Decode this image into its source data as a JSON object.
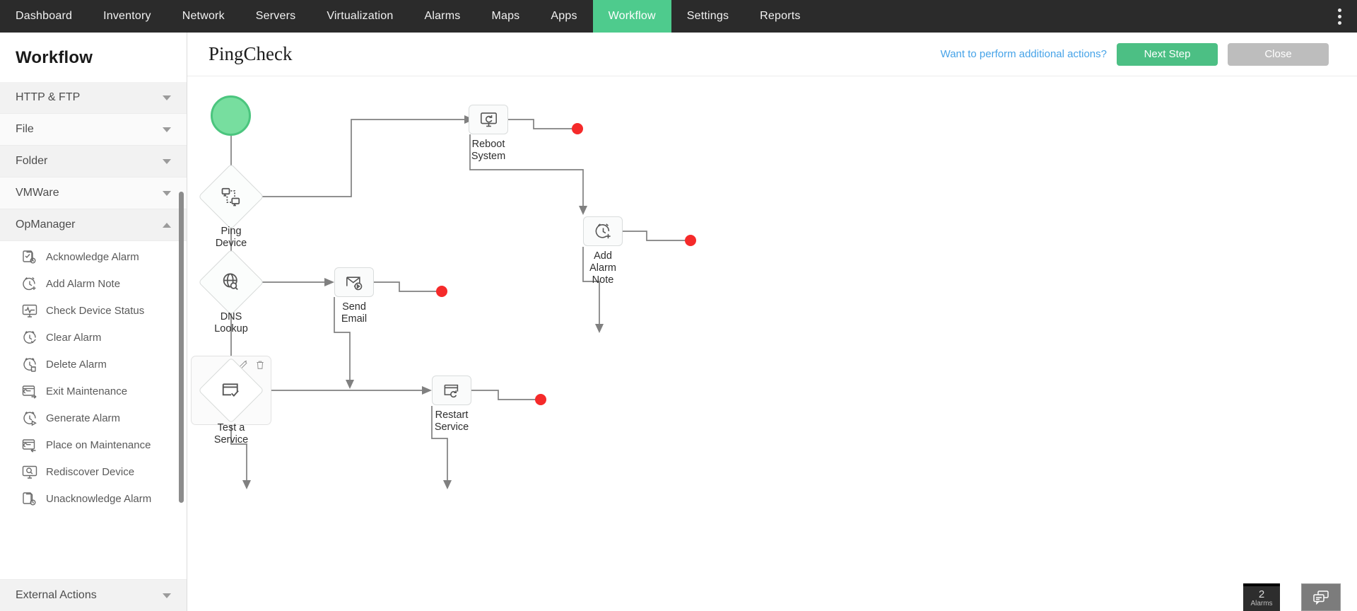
{
  "topnav": {
    "items": [
      {
        "label": "Dashboard",
        "active": false
      },
      {
        "label": "Inventory",
        "active": false
      },
      {
        "label": "Network",
        "active": false
      },
      {
        "label": "Servers",
        "active": false
      },
      {
        "label": "Virtualization",
        "active": false
      },
      {
        "label": "Alarms",
        "active": false
      },
      {
        "label": "Maps",
        "active": false
      },
      {
        "label": "Apps",
        "active": false
      },
      {
        "label": "Workflow",
        "active": true
      },
      {
        "label": "Settings",
        "active": false
      },
      {
        "label": "Reports",
        "active": false
      }
    ],
    "kebab_icon": "more-vertical-icon",
    "active_color": "#4ecb8d",
    "background": "#2b2b2b"
  },
  "sidebar": {
    "title": "Workflow",
    "groups": [
      {
        "label": "HTTP & FTP",
        "expanded": false,
        "caret": "chevron-down-icon"
      },
      {
        "label": "File",
        "expanded": false,
        "caret": "chevron-down-icon"
      },
      {
        "label": "Folder",
        "expanded": false,
        "caret": "chevron-down-icon"
      },
      {
        "label": "VMWare",
        "expanded": false,
        "caret": "chevron-down-icon"
      },
      {
        "label": "OpManager",
        "expanded": true,
        "caret": "chevron-up-icon"
      }
    ],
    "opmanager_items": [
      {
        "label": "Acknowledge Alarm",
        "icon": "acknowledge-alarm-icon"
      },
      {
        "label": "Add Alarm Note",
        "icon": "add-alarm-note-icon"
      },
      {
        "label": "Check Device Status",
        "icon": "check-device-status-icon"
      },
      {
        "label": "Clear Alarm",
        "icon": "clear-alarm-icon"
      },
      {
        "label": "Delete Alarm",
        "icon": "delete-alarm-icon"
      },
      {
        "label": "Exit Maintenance",
        "icon": "exit-maintenance-icon"
      },
      {
        "label": "Generate Alarm",
        "icon": "generate-alarm-icon"
      },
      {
        "label": "Place on Maintenance",
        "icon": "place-on-maintenance-icon"
      },
      {
        "label": "Rediscover Device",
        "icon": "rediscover-device-icon"
      },
      {
        "label": "Unacknowledge Alarm",
        "icon": "unacknowledge-alarm-icon"
      }
    ],
    "footer_group": {
      "label": "External Actions",
      "expanded": false,
      "caret": "chevron-down-icon"
    }
  },
  "header": {
    "title": "PingCheck",
    "additional_actions_link": "Want to perform additional actions?",
    "next_step_label": "Next Step",
    "close_label": "Close",
    "next_step_color": "#4cbf84",
    "close_color": "#bdbdbd",
    "link_color": "#46a3e8"
  },
  "canvas": {
    "start_node": {
      "name": "start-node",
      "shape": "circle",
      "color": "#77de9f"
    },
    "nodes": [
      {
        "id": "ping-device",
        "label": "Ping\nDevice",
        "shape": "diamond",
        "icon": "ping-device-icon"
      },
      {
        "id": "reboot-system",
        "label": "Reboot\nSystem",
        "shape": "rect",
        "icon": "reboot-system-icon"
      },
      {
        "id": "add-alarm-note",
        "label": "Add\nAlarm\nNote",
        "shape": "rect",
        "icon": "add-alarm-note-icon"
      },
      {
        "id": "dns-lookup",
        "label": "DNS\nLookup",
        "shape": "diamond",
        "icon": "dns-lookup-icon"
      },
      {
        "id": "send-email",
        "label": "Send\nEmail",
        "shape": "rect",
        "icon": "send-email-icon"
      },
      {
        "id": "test-a-service",
        "label": "Test a\nService",
        "shape": "diamond",
        "icon": "test-a-service-icon",
        "selected": true
      },
      {
        "id": "restart-service",
        "label": "Restart\nService",
        "shape": "rect",
        "icon": "restart-service-icon"
      }
    ],
    "selected_tools": [
      {
        "name": "edit-node-icon",
        "label": "edit"
      },
      {
        "name": "delete-node-icon",
        "label": "delete"
      }
    ],
    "end_dot_color": "#f52a2a",
    "end_dot_count": 4,
    "connector_color": "#808080"
  },
  "widgets": {
    "alarms": {
      "count": "2",
      "label": "Alarms"
    },
    "chat": {
      "icon": "chat-bubbles-icon"
    }
  }
}
